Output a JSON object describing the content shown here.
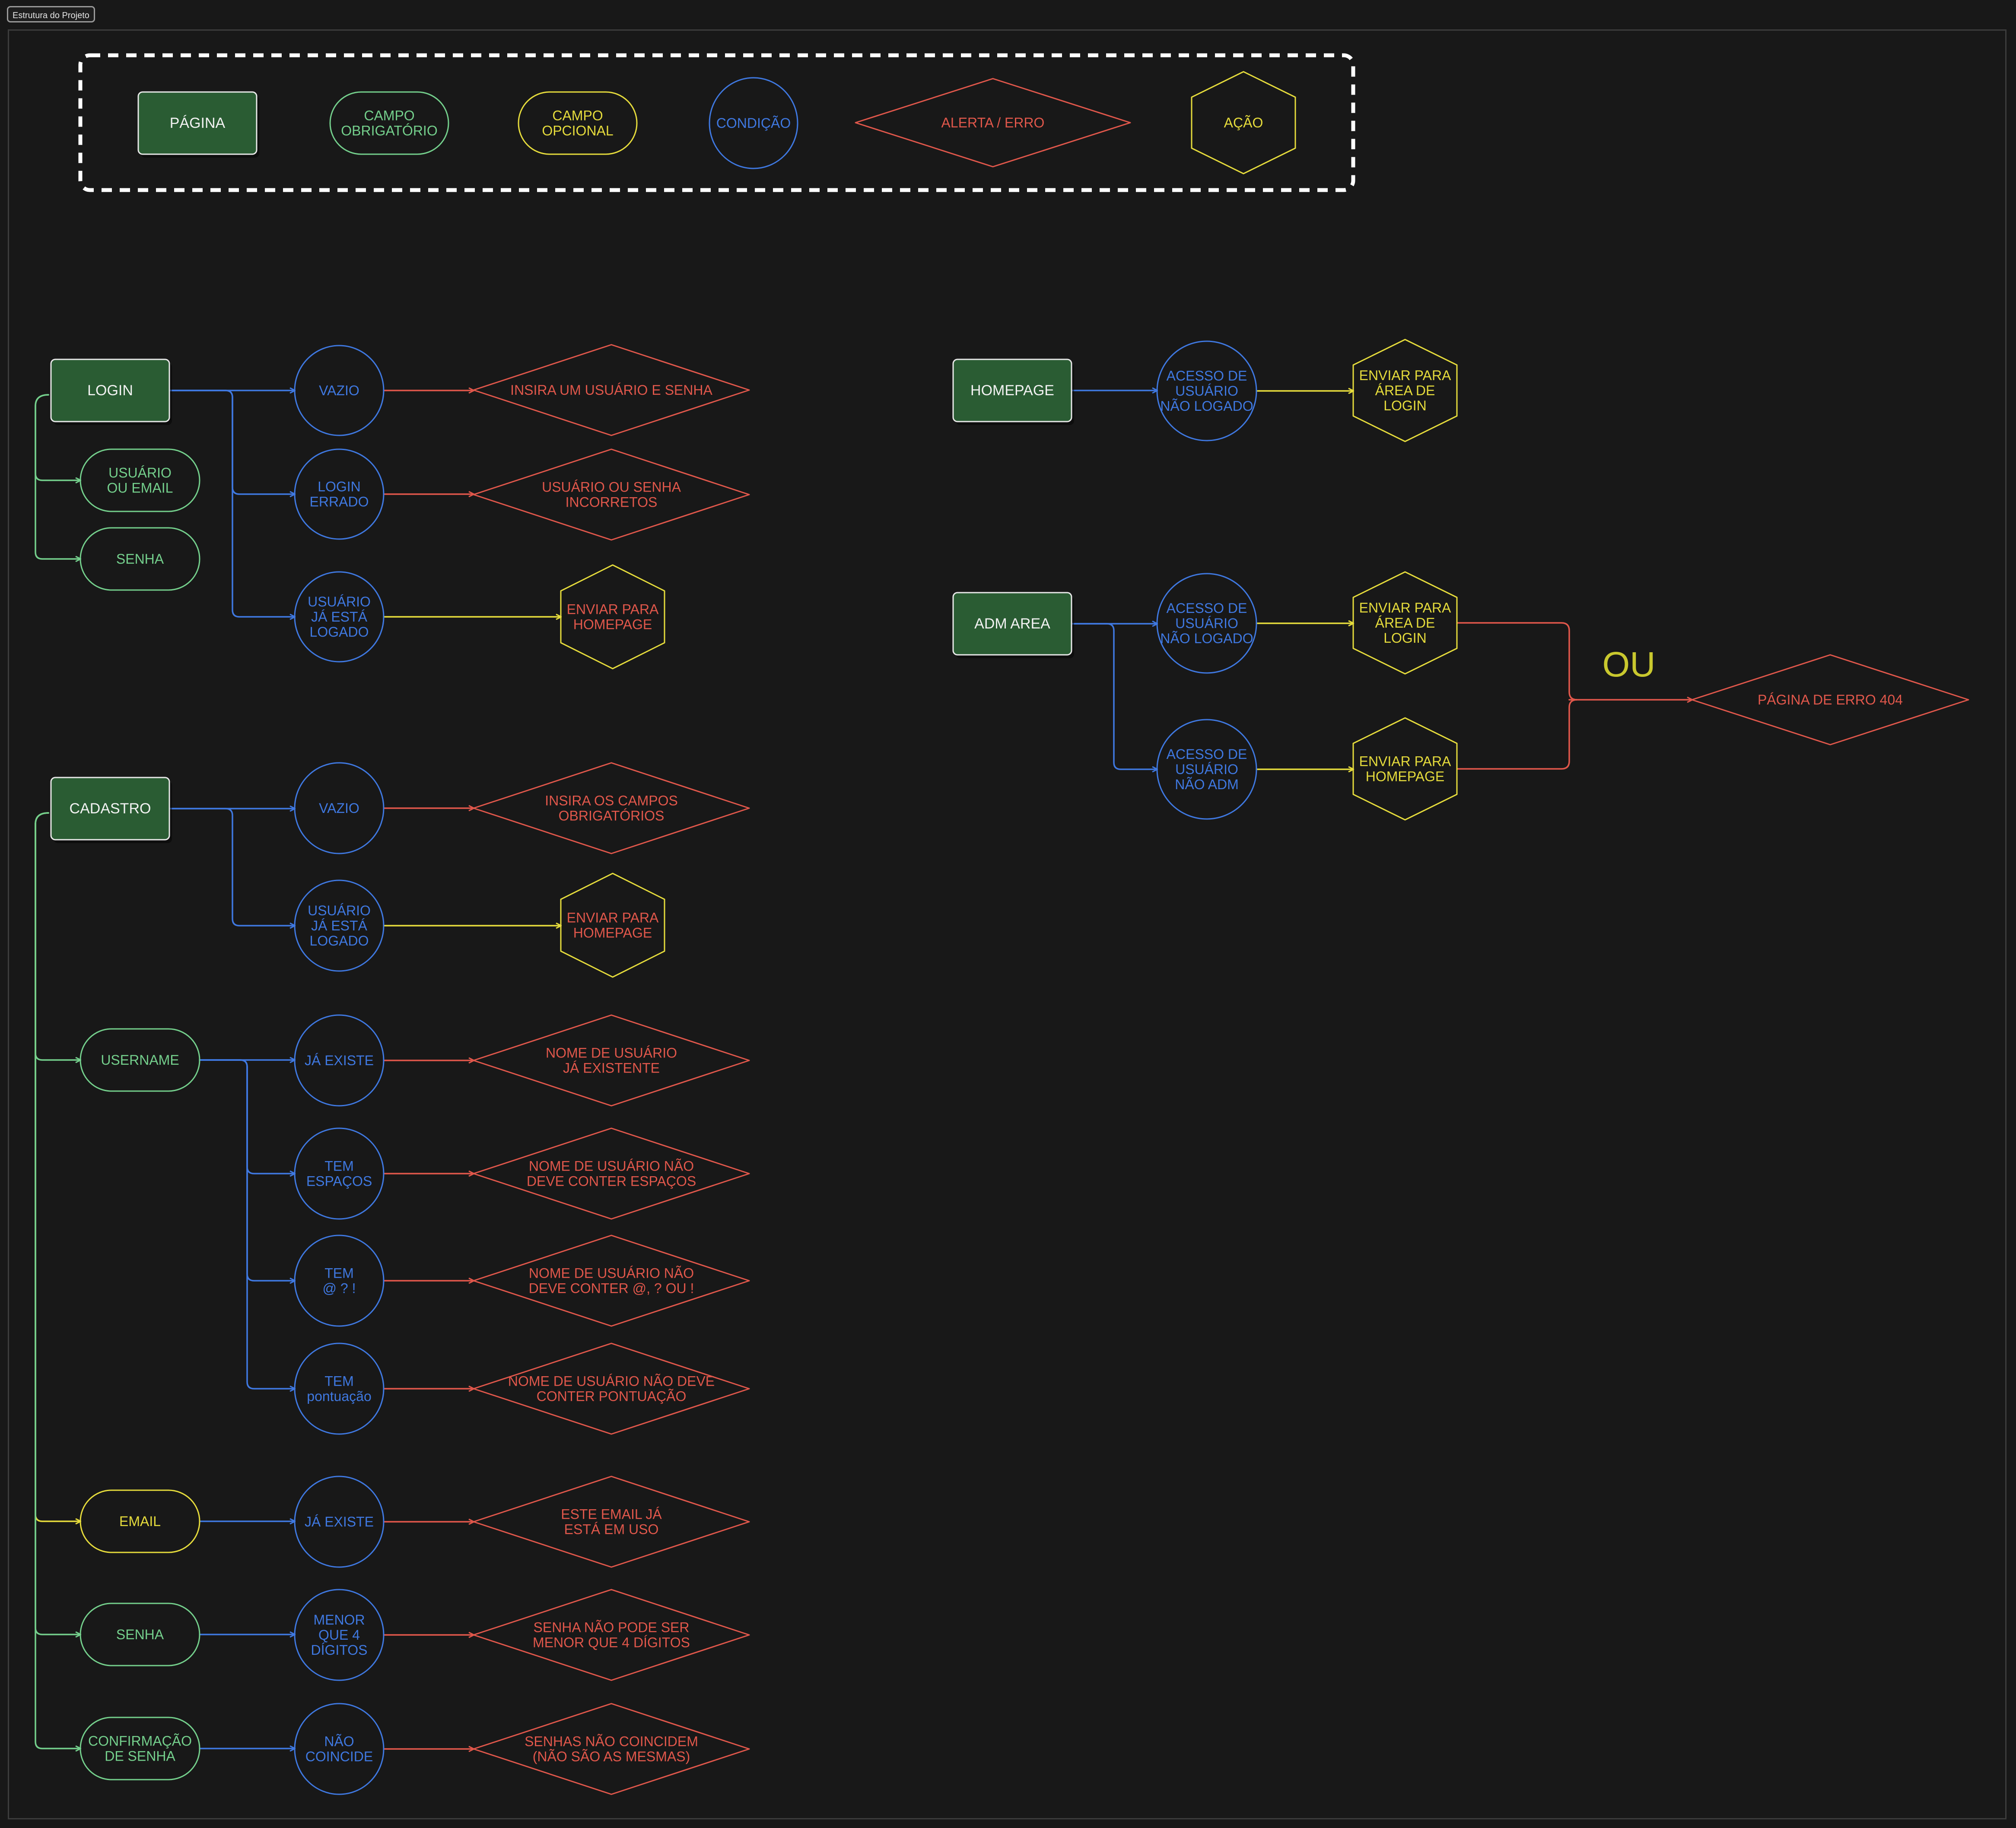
{
  "frame": {
    "title": "Estrutura do Projeto"
  },
  "colors": {
    "background": "#181818",
    "page_fill": "#2a5c33",
    "page_text": "#f2f2f2",
    "required": "#74cf8c",
    "optional": "#e5db3c",
    "condition": "#3f78e0",
    "alert": "#e0574b",
    "action": "#e5db3c",
    "legend_border": "#ffffff"
  },
  "legend": {
    "page": "PÁGINA",
    "required_field": [
      "CAMPO",
      "OBRIGATÓRIO"
    ],
    "optional_field": [
      "CAMPO",
      "OPCIONAL"
    ],
    "condition": "CONDIÇÃO",
    "alert": "ALERTA / ERRO",
    "action": "AÇÃO"
  },
  "login": {
    "page": "LOGIN",
    "fields": {
      "user": [
        "USUÁRIO",
        "OU EMAIL"
      ],
      "password": "SENHA"
    },
    "conditions": {
      "empty": "VAZIO",
      "wrong": [
        "LOGIN",
        "ERRADO"
      ],
      "logged": [
        "USUÁRIO",
        "JÁ ESTÁ",
        "LOGADO"
      ]
    },
    "alerts": {
      "empty": "INSIRA UM USUÁRIO E SENHA",
      "wrong": [
        "USUÁRIO OU SENHA",
        "INCORRETOS"
      ]
    },
    "actions": {
      "logged": [
        "ENVIAR PARA",
        "HOMEPAGE"
      ]
    }
  },
  "cadastro": {
    "page": "CADASTRO",
    "conditions": {
      "empty": "VAZIO",
      "logged": [
        "USUÁRIO",
        "JÁ ESTÁ",
        "LOGADO"
      ]
    },
    "alerts": {
      "empty": [
        "INSIRA OS CAMPOS",
        "OBRIGATÓRIOS"
      ]
    },
    "actions": {
      "logged": [
        "ENVIAR PARA",
        "HOMEPAGE"
      ]
    },
    "username": {
      "field": "USERNAME",
      "conditions": {
        "exists": "JÁ EXISTE",
        "spaces": [
          "TEM",
          "ESPAÇOS"
        ],
        "symbols": [
          "TEM",
          "@ ? !"
        ],
        "punctuation": [
          "TEM",
          "pontuação"
        ]
      },
      "alerts": {
        "exists": [
          "NOME DE USUÁRIO",
          "JÁ EXISTENTE"
        ],
        "spaces": [
          "NOME DE USUÁRIO NÃO",
          "DEVE CONTER ESPAÇOS"
        ],
        "symbols": [
          "NOME DE USUÁRIO NÃO",
          "DEVE CONTER @, ? OU !"
        ],
        "punctuation": [
          "NOME DE USUÁRIO NÃO DEVE",
          "CONTER PONTUAÇÃO"
        ]
      }
    },
    "email": {
      "field": "EMAIL",
      "condition": "JÁ EXISTE",
      "alert": [
        "ESTE EMAIL JÁ",
        "ESTÁ EM USO"
      ]
    },
    "password": {
      "field": "SENHA",
      "condition": [
        "MENOR",
        "QUE 4",
        "DÍGITOS"
      ],
      "alert": [
        "SENHA NÃO PODE SER",
        "MENOR QUE 4 DÍGITOS"
      ]
    },
    "confirm": {
      "field": [
        "CONFIRMAÇÃO",
        "DE SENHA"
      ],
      "condition": [
        "NÃO",
        "COINCIDE"
      ],
      "alert": [
        "SENHAS NÃO COINCIDEM",
        "(NÃO SÃO AS MESMAS)"
      ]
    }
  },
  "homepage": {
    "page": "HOMEPAGE",
    "condition": [
      "ACESSO DE",
      "USUÁRIO",
      "NÃO LOGADO"
    ],
    "action": [
      "ENVIAR PARA",
      "ÁREA DE",
      "LOGIN"
    ]
  },
  "adm": {
    "page": "ADM AREA",
    "conditions": {
      "not_logged": [
        "ACESSO DE",
        "USUÁRIO",
        "NÃO LOGADO"
      ],
      "not_adm": [
        "ACESSO DE",
        "USUÁRIO",
        "NÃO ADM"
      ]
    },
    "actions": {
      "login": [
        "ENVIAR PARA",
        "ÁREA DE",
        "LOGIN"
      ],
      "homepage": [
        "ENVIAR PARA",
        "HOMEPAGE"
      ]
    },
    "or_label": "OU",
    "error": "PÁGINA DE ERRO 404"
  }
}
